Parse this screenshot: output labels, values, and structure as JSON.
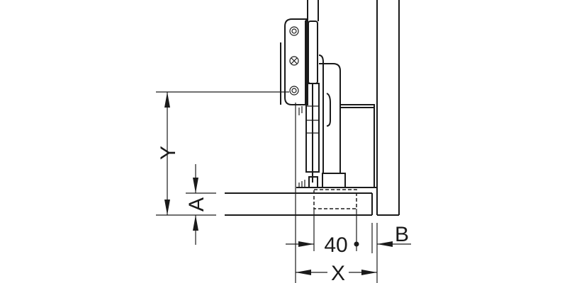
{
  "drawing": {
    "labels": {
      "y": "Y",
      "a": "A",
      "forty": "40",
      "b": "B",
      "x": "X"
    },
    "line_color": "#1a1a1a",
    "background": "#ffffff"
  }
}
